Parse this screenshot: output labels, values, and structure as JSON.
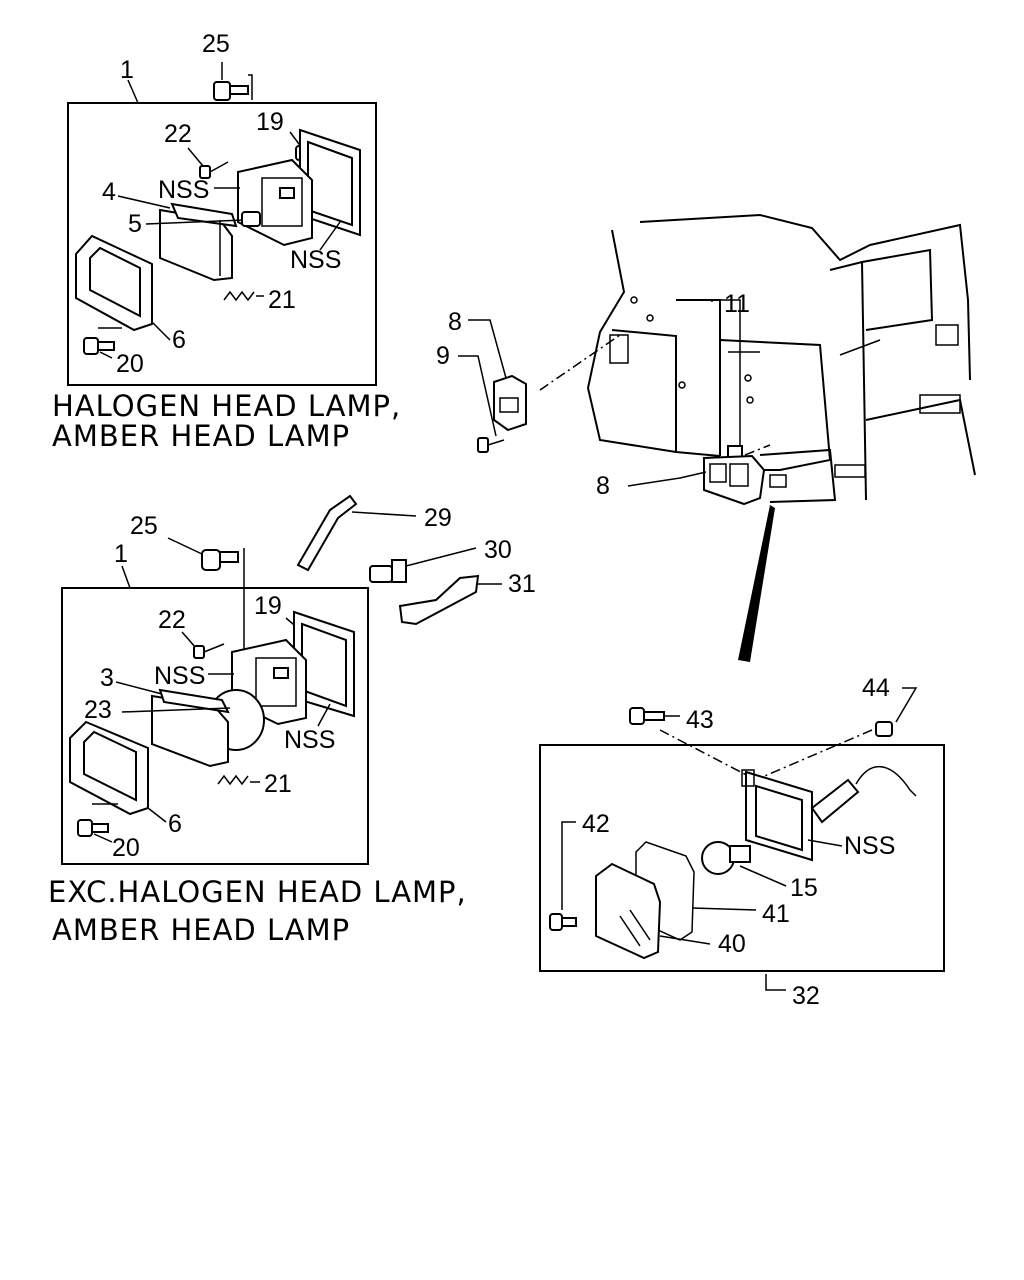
{
  "panels": {
    "halogen": {
      "caption_line1": "HALOGEN HEAD LAMP,",
      "caption_line2": "AMBER HEAD LAMP",
      "callouts": {
        "c25": "25",
        "c1": "1",
        "c22": "22",
        "c19": "19",
        "c_nss1": "NSS",
        "c4": "4",
        "c5": "5",
        "c_nss2": "NSS",
        "c21": "21",
        "c6": "6",
        "c20": "20"
      }
    },
    "exc_halogen": {
      "caption_line1": "EXC.HALOGEN HEAD LAMP,",
      "caption_line2": "AMBER HEAD LAMP",
      "callouts": {
        "c25": "25",
        "c1": "1",
        "c22": "22",
        "c19": "19",
        "c_nss1": "NSS",
        "c3": "3",
        "c23": "23",
        "c_nss2": "NSS",
        "c21": "21",
        "c6": "6",
        "c20": "20"
      }
    },
    "truck": {
      "callouts": {
        "c8a": "8",
        "c9": "9",
        "c11": "11",
        "c8b": "8"
      }
    },
    "brackets": {
      "callouts": {
        "c29": "29",
        "c30": "30",
        "c31": "31"
      }
    },
    "turn_lamp": {
      "callouts": {
        "c44": "44",
        "c43": "43",
        "c42": "42",
        "c_nss": "NSS",
        "c15": "15",
        "c41": "41",
        "c40": "40",
        "c32": "32"
      }
    }
  }
}
